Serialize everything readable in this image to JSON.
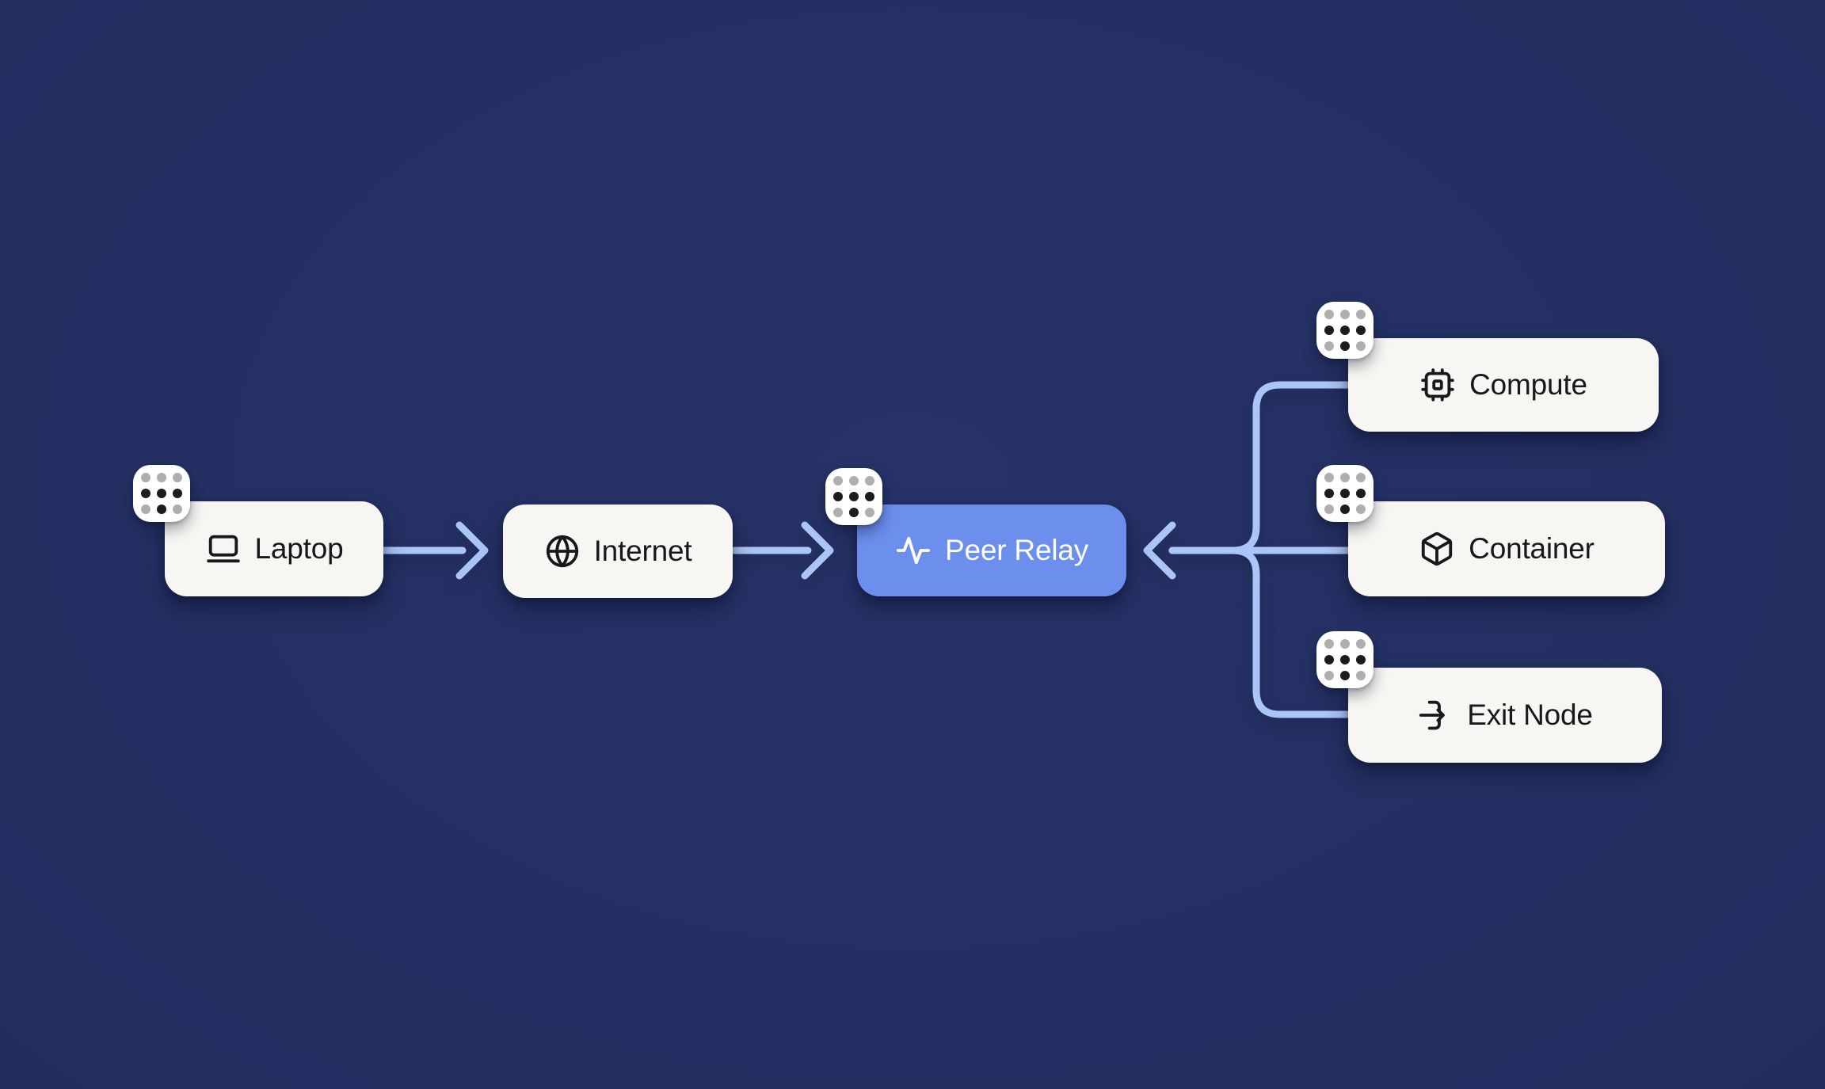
{
  "diagram": {
    "nodes": [
      {
        "id": "laptop",
        "label": "Laptop",
        "icon": "laptop-icon",
        "variant": "light",
        "drag_badge": true
      },
      {
        "id": "internet",
        "label": "Internet",
        "icon": "globe-icon",
        "variant": "light",
        "drag_badge": false
      },
      {
        "id": "peer_relay",
        "label": "Peer Relay",
        "icon": "activity-icon",
        "variant": "primary",
        "drag_badge": true
      },
      {
        "id": "compute",
        "label": "Compute",
        "icon": "cpu-icon",
        "variant": "light",
        "drag_badge": true
      },
      {
        "id": "container",
        "label": "Container",
        "icon": "box-icon",
        "variant": "light",
        "drag_badge": true
      },
      {
        "id": "exit_node",
        "label": "Exit Node",
        "icon": "exit-arrow-icon",
        "variant": "light",
        "drag_badge": true
      }
    ],
    "edges": [
      {
        "from": "Laptop",
        "to": "Internet",
        "arrow": "right"
      },
      {
        "from": "Internet",
        "to": "Peer Relay",
        "arrow": "right"
      },
      {
        "from": "Compute",
        "to": "Peer Relay",
        "arrow": "left"
      },
      {
        "from": "Container",
        "to": "Peer Relay",
        "arrow": "left"
      },
      {
        "from": "Exit Node",
        "to": "Peer Relay",
        "arrow": "left"
      }
    ]
  },
  "colors": {
    "background_center": "#273368",
    "background_edge": "#1c2752",
    "node_bg": "#f7f6f3",
    "node_text": "#17181b",
    "primary_bg": "#6c8fee",
    "primary_text": "#ffffff",
    "connector": "#aac5f8",
    "badge_bg": "#ffffff",
    "dot_gray": "#aeaeae",
    "dot_dark": "#1c1c1e"
  }
}
